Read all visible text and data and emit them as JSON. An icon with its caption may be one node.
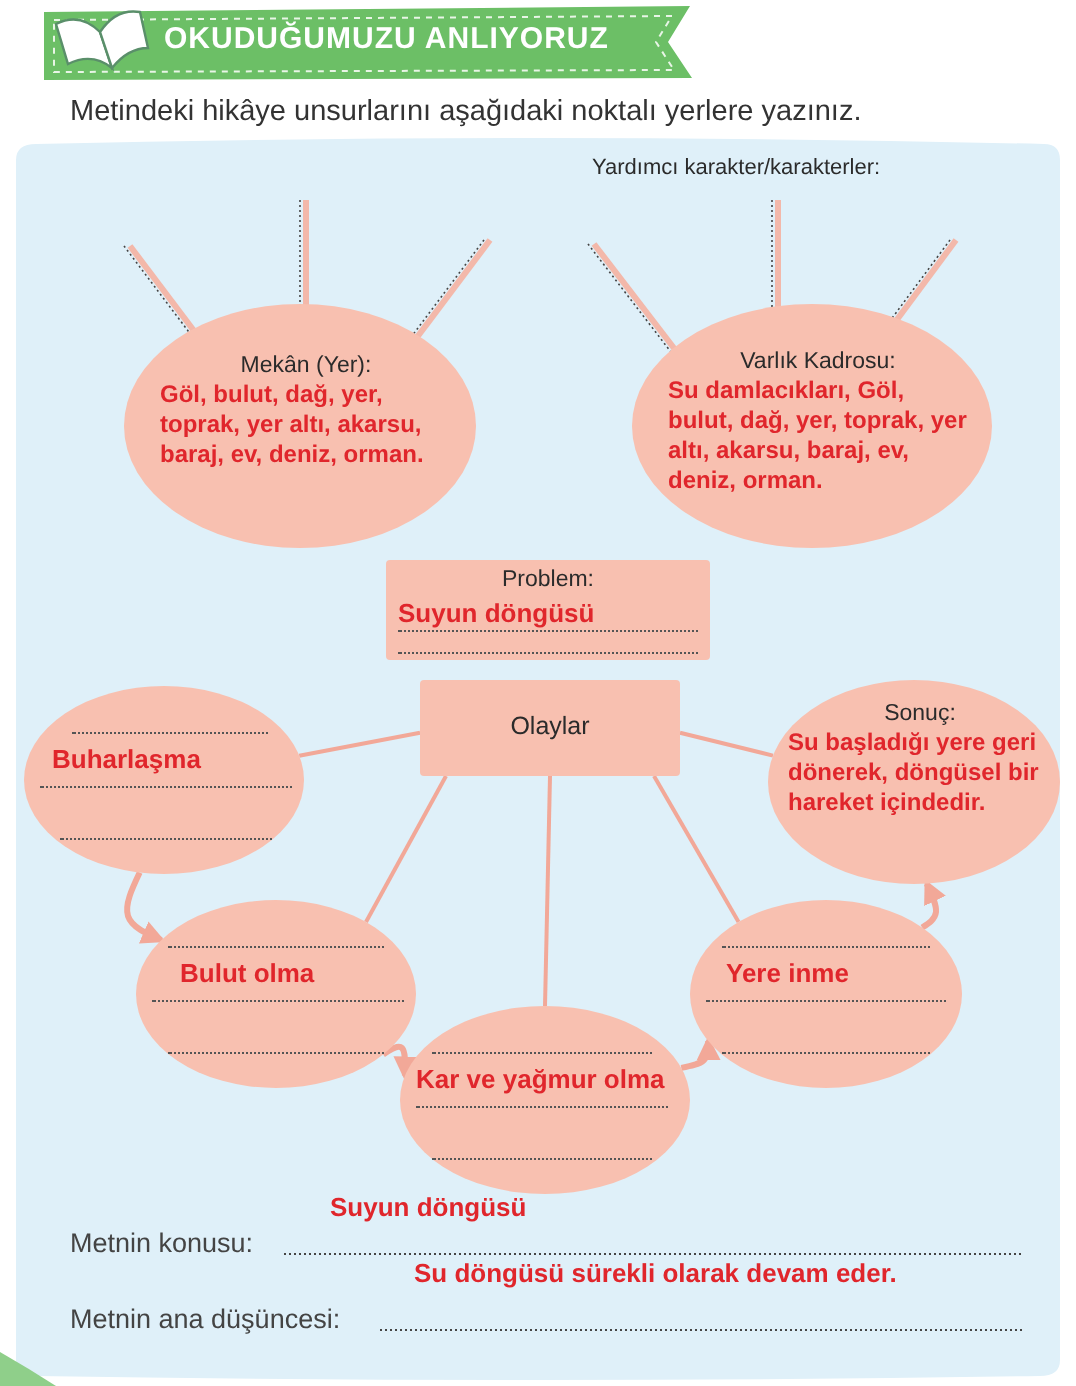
{
  "diagram": {
    "title": "OKUDUĞUMUZU ANLIYORUZ",
    "nodes": [
      {
        "text": [
          "Mekân (Yer):",
          "Göl, bulut, dağ, yer, toprak, yer altı, akarsu, baraj, ev, deniz, orman."
        ]
      },
      {
        "text": [
          "Varlık Kadrosu:",
          "Su damlacıkları, Göl, bulut, dağ, yer, toprak, yer altı, akarsu, baraj, ev, deniz, orman."
        ]
      },
      {
        "text": [
          "Problem:",
          "Suyun döngüsü"
        ]
      },
      {
        "text": [
          "Olaylar"
        ]
      },
      {
        "text": [
          "Buharlaşma"
        ]
      },
      {
        "text": [
          "Bulut olma"
        ]
      },
      {
        "text": [
          "Kar ve yağmur olma"
        ]
      },
      {
        "text": [
          "Yere inme"
        ]
      },
      {
        "text": [
          "Sonuç:",
          "Su başladığı yere geri dönerek, döngüsel bir hareket içindedir."
        ]
      }
    ],
    "edges": [
      {
        "from": 3,
        "to": 4,
        "arrow": "none"
      },
      {
        "from": 3,
        "to": 5,
        "arrow": "none"
      },
      {
        "from": 3,
        "to": 6,
        "arrow": "none"
      },
      {
        "from": 3,
        "to": 7,
        "arrow": "none"
      },
      {
        "from": 3,
        "to": 8,
        "arrow": "none"
      },
      {
        "from": 4,
        "to": 5,
        "arrow": "to"
      },
      {
        "from": 5,
        "to": 6,
        "arrow": "to"
      },
      {
        "from": 6,
        "to": 7,
        "arrow": "to"
      },
      {
        "from": 7,
        "to": 8,
        "arrow": "to"
      }
    ],
    "labels": [
      "Metindeki hikâye unsurlarını aşağıdaki noktalı yerlere yazınız.",
      "Yardımcı karakter/karakterler:",
      "Metnin konusu:",
      "Suyun döngüsü",
      "Su döngüsü sürekli olarak devam eder.",
      "Metnin ana düşüncesi:"
    ]
  }
}
